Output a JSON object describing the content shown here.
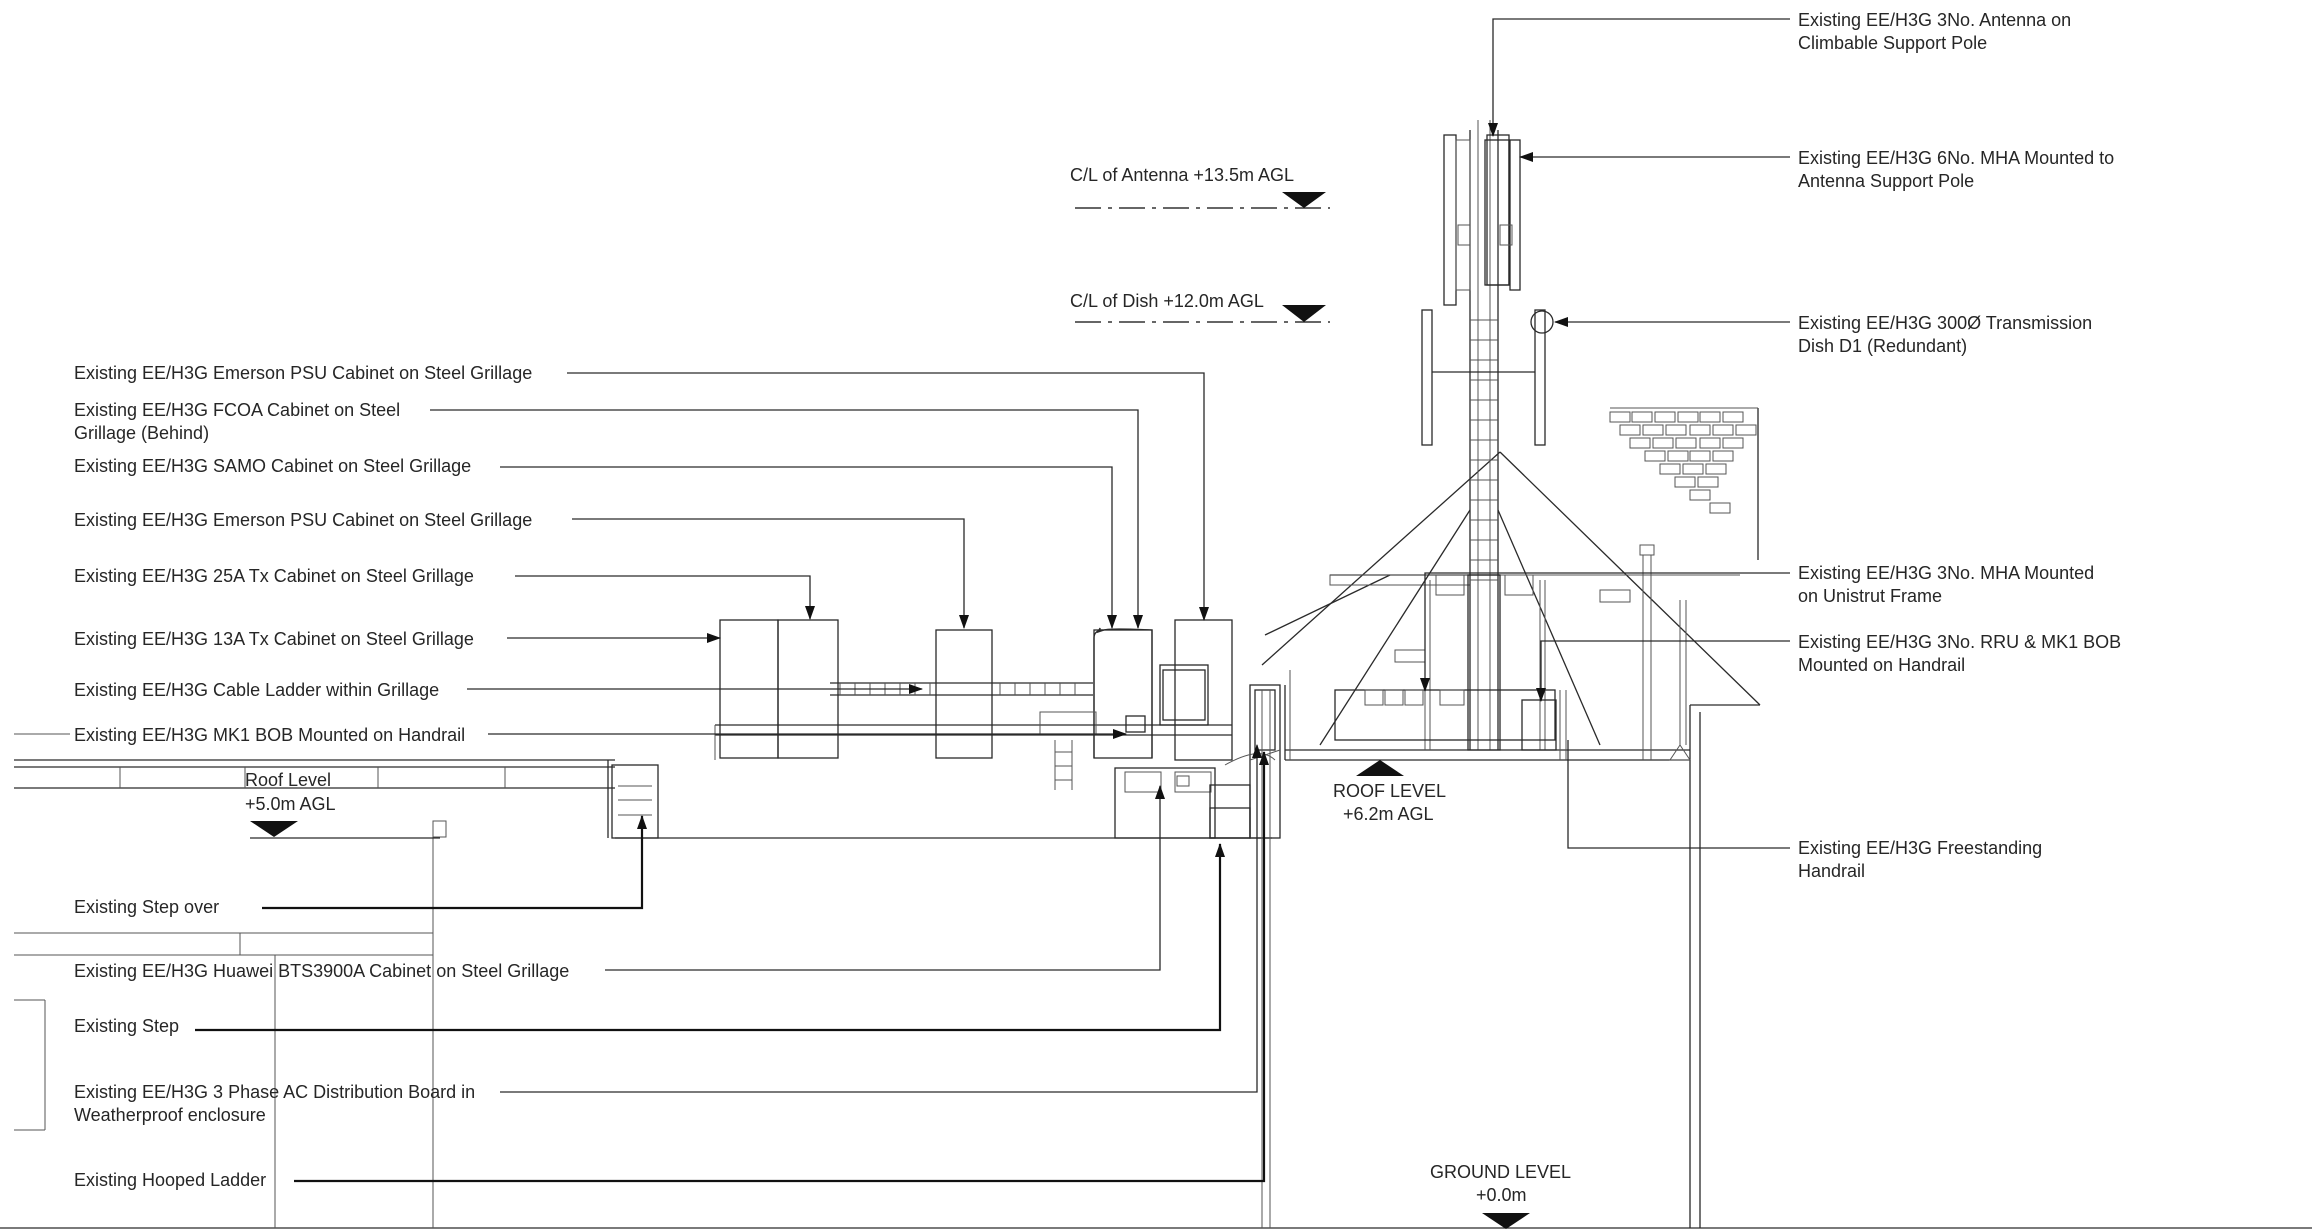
{
  "labels": {
    "antenna": [
      "Existing EE/H3G 3No. Antenna on",
      "Climbable Support Pole"
    ],
    "mha_pole": [
      "Existing EE/H3G 6No. MHA Mounted to",
      "Antenna Support Pole"
    ],
    "dish": [
      "Existing EE/H3G 300Ø Transmission",
      "Dish D1 (Redundant)"
    ],
    "mha_unistrut": [
      "Existing EE/H3G 3No. MHA Mounted",
      "on Unistrut Frame"
    ],
    "rru": [
      "Existing EE/H3G 3No. RRU & MK1 BOB",
      "Mounted on Handrail"
    ],
    "freestanding": [
      "Existing  EE/H3G Freestanding",
      "Handrail"
    ],
    "psu1": [
      "Existing EE/H3G Emerson PSU Cabinet on Steel Grillage"
    ],
    "fcoa": [
      "Existing EE/H3G FCOA Cabinet on Steel",
      "Grillage  (Behind)"
    ],
    "samo": [
      "Existing EE/H3G SAMO Cabinet on Steel Grillage"
    ],
    "psu2": [
      "Existing EE/H3G Emerson PSU Cabinet on Steel Grillage"
    ],
    "tx25": [
      "Existing EE/H3G 25A Tx Cabinet on Steel Grillage"
    ],
    "tx13": [
      "Existing EE/H3G 13A Tx Cabinet on Steel Grillage"
    ],
    "cable_ladder": [
      "Existing EE/H3G Cable Ladder within Grillage"
    ],
    "mk1": [
      "Existing EE/H3G MK1 BOB Mounted on Handrail"
    ],
    "step_over": [
      "Existing Step over"
    ],
    "huawei": [
      "Existing EE/H3G Huawei BTS3900A Cabinet on Steel Grillage"
    ],
    "step": [
      "Existing Step"
    ],
    "ac_board": [
      "Existing EE/H3G 3 Phase AC Distribution Board in",
      "Weatherproof enclosure"
    ],
    "ladder": [
      "Existing Hooped Ladder"
    ]
  },
  "levels": {
    "antenna_cl": "C/L of Antenna +13.5m AGL",
    "dish_cl": "C/L of Dish +12.0m AGL",
    "roof_low": [
      "Roof Level",
      "+5.0m AGL"
    ],
    "roof_high": [
      "ROOF LEVEL",
      "+6.2m AGL"
    ],
    "ground": [
      "GROUND LEVEL",
      "+0.0m"
    ]
  }
}
